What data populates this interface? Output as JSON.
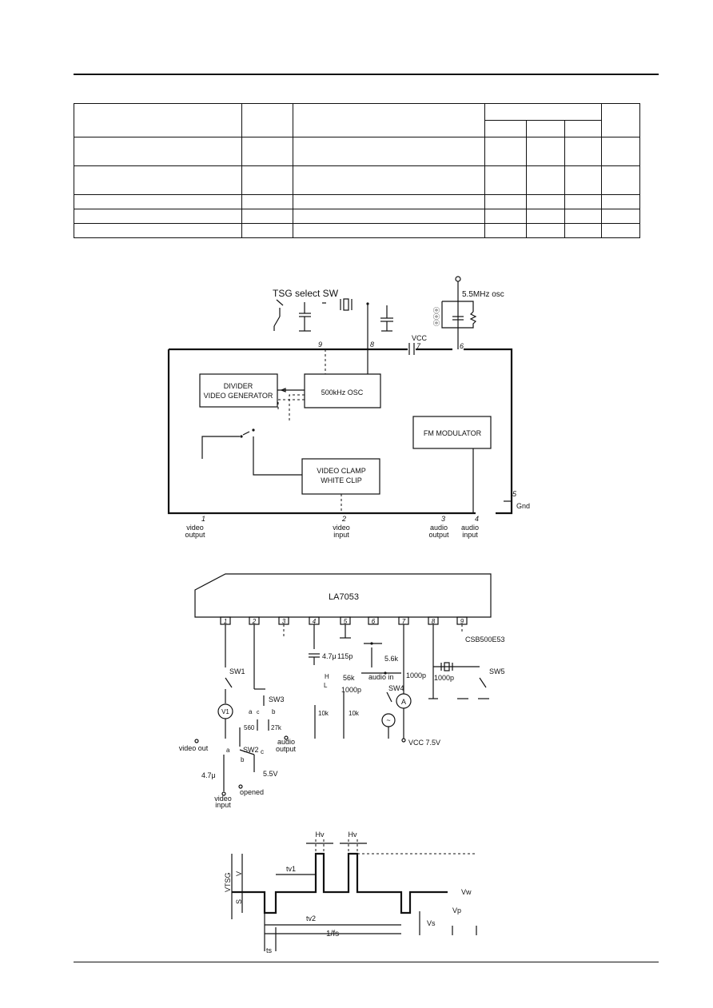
{
  "block_diagram": {
    "tsg_select_sw": "TSG select SW",
    "osc_label": "5.5MHz osc",
    "vcc_label": "VCC",
    "gnd_label": "Gnd",
    "divider_line1": "DIVIDER",
    "divider_line2": "VIDEO GENERATOR",
    "osc_block": "500kHz OSC",
    "clamp_line1": "VIDEO CLAMP",
    "clamp_line2": "WHITE CLIP",
    "fm_block": "FM MODULATOR",
    "pins_top": [
      "9",
      "8",
      "7",
      "6"
    ],
    "pin_gnd": "5",
    "pins_bottom": [
      "1",
      "2",
      "3",
      "4"
    ],
    "video_output": [
      "video",
      "output"
    ],
    "video_input": [
      "video",
      "input"
    ],
    "audio_output": [
      "audio",
      "output"
    ],
    "audio_input": [
      "audio",
      "input"
    ]
  },
  "test_circuit": {
    "ic_name": "LA7053",
    "pins": [
      "1",
      "2",
      "3",
      "4",
      "5",
      "6",
      "7",
      "8",
      "9"
    ],
    "crystal": "CSB500E53",
    "sw1": "SW1",
    "sw2": "SW2",
    "sw3": "SW3",
    "sw4": "SW4",
    "sw5": "SW5",
    "v1": "V1",
    "ammeter": "A",
    "cap_4u7_a": "4.7μ",
    "cap_115p": "115p",
    "res_5k6": "5.6k",
    "res_56k": "56k",
    "cap_1000p_a": "1000p",
    "cap_1000p_b": "1000p",
    "cap_1000p_c": "1000p",
    "res_10k_a": "10k",
    "res_10k_b": "10k",
    "res_560": "560",
    "res_27k": "27k",
    "cap_4u7_b": "4.7μ",
    "supply_5v5": "5.5V",
    "vcc": "VCC 7.5V",
    "audio_in": "audio in",
    "audio_output": [
      "audio",
      "output"
    ],
    "video_out": "video out",
    "video_input": [
      "video",
      "input"
    ],
    "opened": "opened",
    "pos_a": "a",
    "pos_b": "b",
    "pos_c": "c",
    "pos_H": "H",
    "pos_L": "L"
  },
  "waveform": {
    "hv_left": "Hv",
    "hv_right": "Hv",
    "tv1": "tv1",
    "tv2": "tv2",
    "period": "1/fs",
    "ts": "ts",
    "vtsg": "VTSG",
    "v": "V",
    "s": "S",
    "vw": "Vw",
    "vp": "Vp",
    "vs": "Vs"
  }
}
